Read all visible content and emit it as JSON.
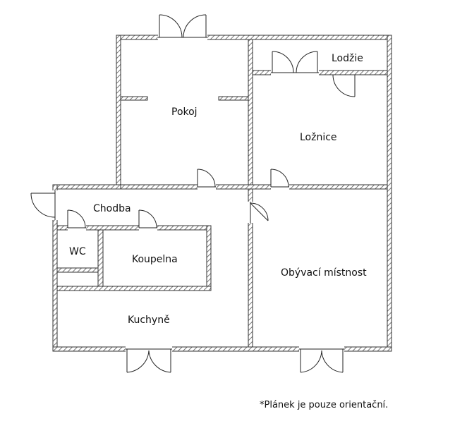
{
  "rooms": {
    "pokoj": "Pokoj",
    "lodzie": "Lodžie",
    "loznice": "Ložnice",
    "chodba": "Chodba",
    "wc": "WC",
    "koupelna": "Koupelna",
    "obyvaci": "Obývací místnost",
    "kuchyne": "Kuchyně"
  },
  "note": "*Plánek je pouze orientační.",
  "colors": {
    "wall_stroke": "#333333",
    "hatch": "#555555",
    "background": "#ffffff"
  }
}
